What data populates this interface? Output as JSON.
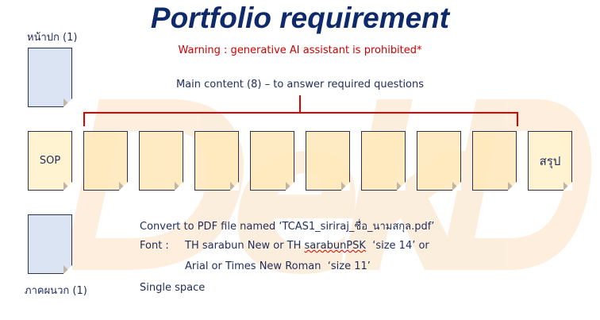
{
  "watermark": "DekD",
  "title": "Portfolio requirement",
  "warning": "Warning : generative AI assistant is prohibited*",
  "main_content_label": "Main content (8) – to answer required questions",
  "cover": {
    "label": "หน้าปก (1)"
  },
  "appendix": {
    "label": "ภาคผนวก (1)"
  },
  "pages": [
    {
      "text": "SOP"
    },
    {
      "text": ""
    },
    {
      "text": ""
    },
    {
      "text": ""
    },
    {
      "text": ""
    },
    {
      "text": ""
    },
    {
      "text": ""
    },
    {
      "text": ""
    },
    {
      "text": ""
    },
    {
      "text": "สรุป"
    }
  ],
  "instructions": {
    "convert": "Convert to PDF file named ‘TCAS1_siriraj_ชื่อ_นามสกุล.pdf’",
    "font_label": "Font :",
    "font_line1_a": "TH sarabun New or TH ",
    "font_line1_b": "sarabunPSK",
    "font_line1_c": "  ‘size 14’ or",
    "font_line2": "Arial or Times New Roman  ‘size 11’",
    "spacing": "Single space"
  },
  "colors": {
    "title": "#0f2a6b",
    "warning": "#d00000",
    "bracket": "#e00000",
    "cover": "#dbe4f3",
    "page": "#ffe8b9"
  }
}
